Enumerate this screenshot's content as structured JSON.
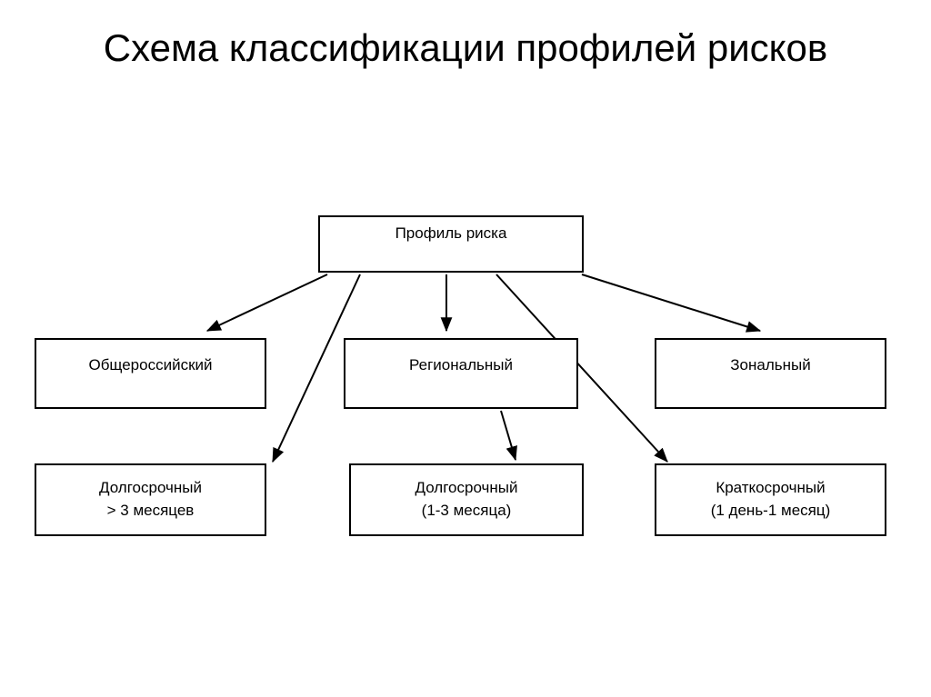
{
  "slide": {
    "title": "Схема классификации профилей рисков",
    "background_color": "#ffffff",
    "line_color": "#000000",
    "text_color": "#000000"
  },
  "diagram": {
    "type": "tree",
    "nodes": [
      {
        "id": "root",
        "label": "Профиль риска",
        "row": "top"
      },
      {
        "id": "all-russian",
        "label": "Общероссийский",
        "row": "middle"
      },
      {
        "id": "regional",
        "label": "Региональный",
        "row": "middle"
      },
      {
        "id": "zonal",
        "label": "Зональный",
        "row": "middle"
      },
      {
        "id": "long-3m",
        "label": "Долгосрочный\n>  3 месяцев",
        "row": "bottom"
      },
      {
        "id": "long-1-3m",
        "label": "Долгосрочный\n(1-3 месяца)",
        "row": "bottom"
      },
      {
        "id": "short",
        "label": "Краткосрочный\n(1 день-1 месяц)",
        "row": "bottom"
      }
    ],
    "edges": [
      {
        "from": "root",
        "to": "all-russian"
      },
      {
        "from": "root",
        "to": "regional"
      },
      {
        "from": "root",
        "to": "zonal"
      },
      {
        "from": "root",
        "to": "long-3m"
      },
      {
        "from": "root",
        "to": "short"
      },
      {
        "from": "regional",
        "to": "long-1-3m"
      }
    ]
  }
}
